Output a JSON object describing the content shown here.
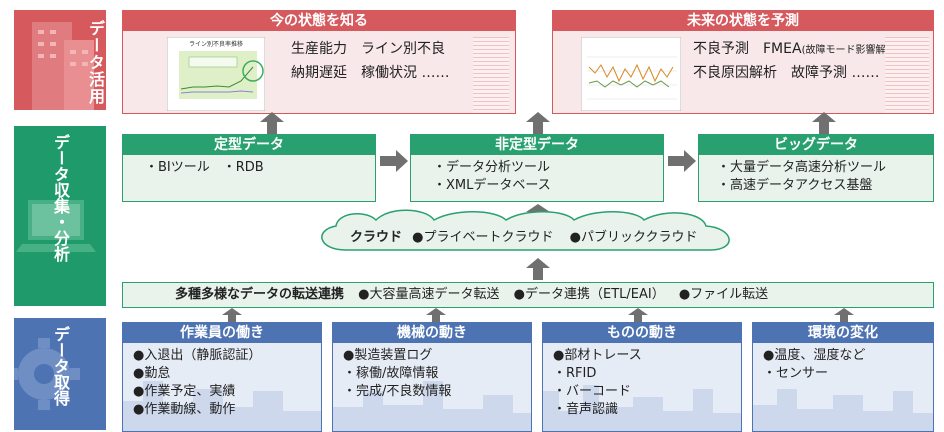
{
  "tiers": {
    "use": "データ活用",
    "collect": "データ収集・分析",
    "get": "データ取得"
  },
  "top": {
    "now": {
      "title": "今の状態を知る",
      "lines": [
        "生産能力　ライン別不良",
        "納期遅延　稼働状況 ……"
      ],
      "chart_title": "ライン別不良率推移"
    },
    "future": {
      "title": "未来の状態を予測",
      "line1_a": "不良予測　FMEA",
      "line1_b": "(故障モード影響解析)",
      "line2": "不良原因解析　故障予測 ……"
    }
  },
  "middle": {
    "standard": {
      "title": "定型データ",
      "items": [
        "・BIツール　・RDB"
      ]
    },
    "nonstandard": {
      "title": "非定型データ",
      "items": [
        "・データ分析ツール",
        "・XMLデータベース"
      ]
    },
    "bigdata": {
      "title": "ビッグデータ",
      "items": [
        "・大量データ高速分析ツール",
        "・高速データアクセス基盤"
      ]
    }
  },
  "cloud": {
    "label": "クラウド",
    "private": "●プライベートクラウド",
    "public": "●パブリッククラウド"
  },
  "transfer": {
    "title": "多種多様なデータの転送連携",
    "items": [
      "●大容量高速データ転送",
      "●データ連携（ETL/EAI）",
      "●ファイル転送"
    ]
  },
  "bottom": [
    {
      "title": "作業員の働き",
      "items": [
        "●入退出（静脈認証）",
        "●勤怠",
        "●作業予定、実績",
        "●作業動線、動作"
      ]
    },
    {
      "title": "機械の動き",
      "items": [
        "●製造装置ログ",
        "・稼働/故障情報",
        "・完成/不良数情報"
      ]
    },
    {
      "title": "ものの動き",
      "items": [
        "●部材トレース",
        "・RFID",
        "・バーコード",
        "・音声認識"
      ]
    },
    {
      "title": "環境の変化",
      "items": [
        "●温度、湿度など",
        "・センサー"
      ]
    }
  ],
  "colors": {
    "use": "#d5595d",
    "collect": "#29a06f",
    "get": "#4e73b2"
  }
}
